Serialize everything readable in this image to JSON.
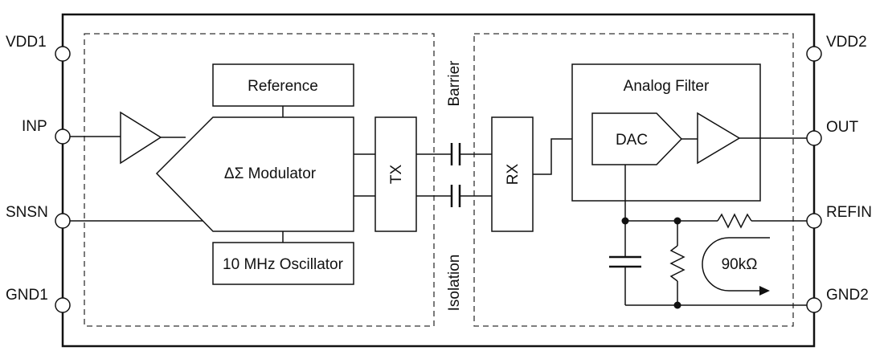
{
  "pins_left": [
    "VDD1",
    "INP",
    "SNSN",
    "GND1"
  ],
  "pins_right": [
    "VDD2",
    "OUT",
    "REFIN",
    "GND2"
  ],
  "blocks": {
    "reference": "Reference",
    "modulator": "ΔΣ Modulator",
    "oscillator": "10 MHz Oscillator",
    "tx": "TX",
    "rx": "RX",
    "analog_filter": "Analog Filter",
    "dac": "DAC"
  },
  "barrier": {
    "top": "Barrier",
    "bottom": "Isolation"
  },
  "resistance": "90kΩ"
}
